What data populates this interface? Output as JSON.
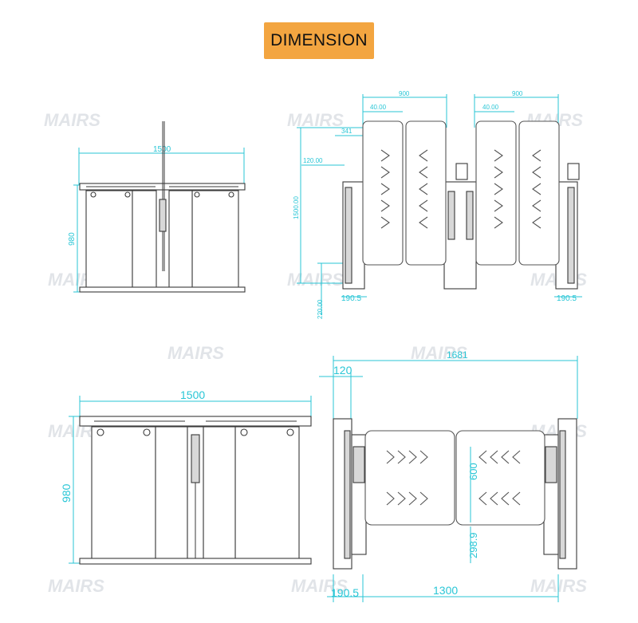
{
  "header": {
    "title": "DIMENSION"
  },
  "watermark": {
    "text": "MAIRS"
  },
  "views": {
    "front_small": {
      "width": "1500",
      "height": "980"
    },
    "top_small": {
      "left_width": "900",
      "right_width": "900",
      "left_offset": "40.00",
      "right_offset": "40.00",
      "glass_offset": "341",
      "cabinet_offset": "120.00",
      "overall_height": "1500.00",
      "cabinet_width_left": "190.5",
      "cabinet_width_right": "190.5",
      "base_height": "220.00"
    },
    "front_large": {
      "width": "1500",
      "height": "980"
    },
    "top_large": {
      "overall_width": "1681",
      "cabinet_offset": "120",
      "glass_height": "600",
      "lower_height": "298.9",
      "cabinet_width": "190.5",
      "passage_width": "1300"
    }
  }
}
